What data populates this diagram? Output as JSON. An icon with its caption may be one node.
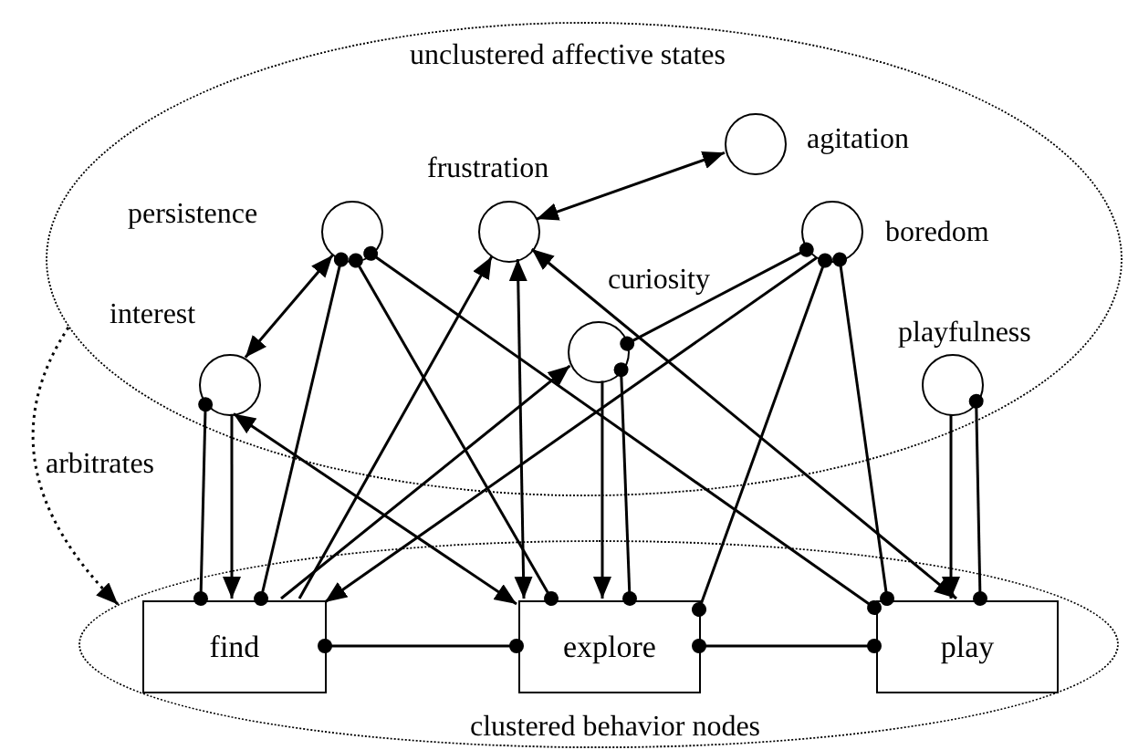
{
  "diagram": {
    "nodes": [
      {
        "text": [
          "unclustered affective states"
        ]
      },
      {
        "text": [
          "persistence"
        ],
        "in": 0
      },
      {
        "text": [
          "frustration"
        ],
        "in": 0
      },
      {
        "text": [
          "agitation"
        ],
        "in": 0
      },
      {
        "text": [
          "boredom"
        ],
        "in": 0
      },
      {
        "text": [
          "interest"
        ],
        "in": 0
      },
      {
        "text": [
          "curiosity"
        ],
        "in": 0
      },
      {
        "text": [
          "playfulness"
        ],
        "in": 0
      },
      {
        "text": [
          "clustered behavior nodes"
        ]
      },
      {
        "text": [
          "find"
        ],
        "in": 8
      },
      {
        "text": [
          "explore"
        ],
        "in": 8
      },
      {
        "text": [
          "play"
        ],
        "in": 8
      }
    ],
    "edges": [
      {
        "from": 1,
        "to": 5,
        "arrow": "both"
      },
      {
        "from": 3,
        "to": 2,
        "arrow": "both"
      },
      {
        "from": 5,
        "to": 9,
        "arrow": "to"
      },
      {
        "from": 5,
        "to": 9,
        "arrow": "other"
      },
      {
        "from": 5,
        "to": 10,
        "arrow": "both"
      },
      {
        "from": 1,
        "to": 9,
        "arrow": "other"
      },
      {
        "from": 1,
        "to": 10,
        "arrow": "other"
      },
      {
        "from": 1,
        "to": 11,
        "arrow": "other"
      },
      {
        "from": 9,
        "to": 2,
        "arrow": "to"
      },
      {
        "from": 9,
        "to": 6,
        "arrow": "to"
      },
      {
        "from": 2,
        "to": 10,
        "arrow": "both"
      },
      {
        "from": 2,
        "to": 11,
        "arrow": "both"
      },
      {
        "from": 6,
        "to": 10,
        "arrow": "to"
      },
      {
        "from": 6,
        "to": 10,
        "arrow": "other"
      },
      {
        "from": 4,
        "to": 6,
        "arrow": "other"
      },
      {
        "from": 4,
        "to": 9,
        "arrow": "to"
      },
      {
        "from": 4,
        "to": 10,
        "arrow": "other"
      },
      {
        "from": 4,
        "to": 11,
        "arrow": "other"
      },
      {
        "from": 7,
        "to": 11,
        "arrow": "to"
      },
      {
        "from": 7,
        "to": 11,
        "arrow": "other"
      },
      {
        "from": 9,
        "to": 10,
        "arrow": "other"
      },
      {
        "from": 10,
        "to": 11,
        "arrow": "other"
      },
      {
        "from": 0,
        "to": 8,
        "arrow": "to",
        "label": "arbitrates",
        "style": "dashed"
      }
    ]
  }
}
